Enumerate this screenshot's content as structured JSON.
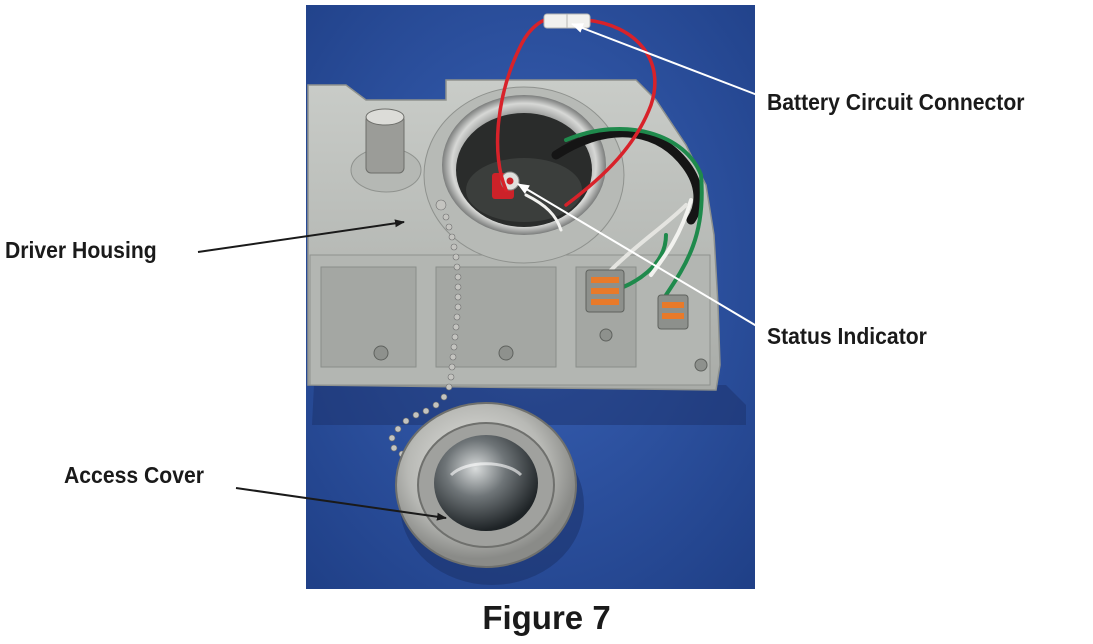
{
  "figure": {
    "caption": "Figure 7",
    "callouts": {
      "battery_circuit_connector": "Battery Circuit Connector",
      "driver_housing": "Driver Housing",
      "status_indicator": "Status Indicator",
      "access_cover": "Access Cover"
    }
  },
  "colors": {
    "background_blue": "#2b4fa0",
    "housing_gray": "#b9bcb8",
    "wire_red": "#d8222a",
    "wire_green": "#1f8a4c",
    "wire_black": "#151515",
    "connector_orange": "#e87a2a",
    "label_text": "#1a1a1a"
  }
}
